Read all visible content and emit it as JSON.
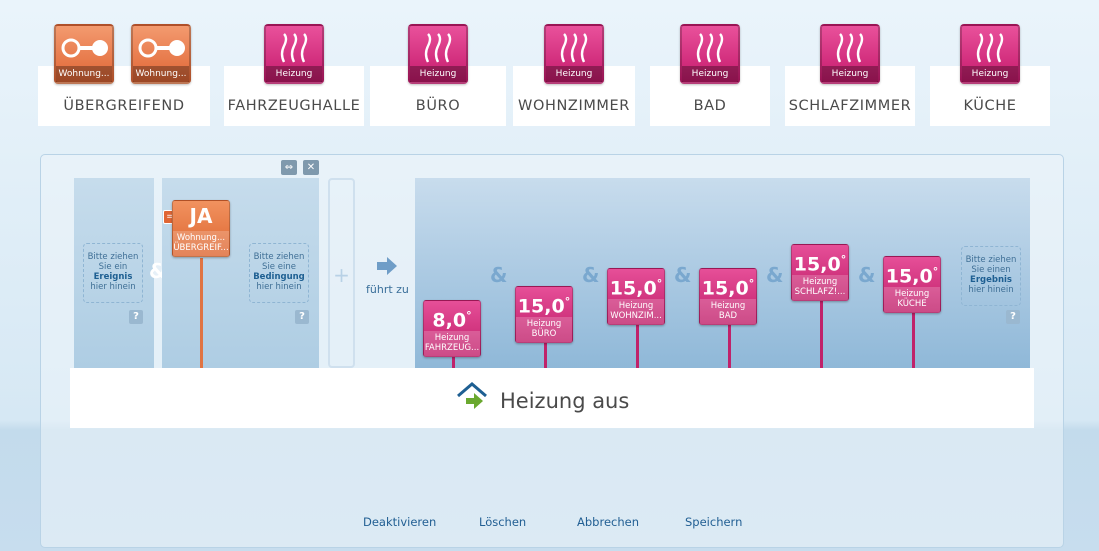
{
  "palette": {
    "rooms": [
      {
        "label": "ÜBERGREIFEND",
        "devices": [
          "Wohnung...",
          "Wohnung..."
        ]
      },
      {
        "label": "FAHRZEUGHALLE",
        "devices": [
          "Heizung"
        ]
      },
      {
        "label": "BÜRO",
        "devices": [
          "Heizung"
        ]
      },
      {
        "label": "WOHNZIMMER",
        "devices": [
          "Heizung"
        ]
      },
      {
        "label": "BAD",
        "devices": [
          "Heizung"
        ]
      },
      {
        "label": "SCHLAFZIMMER",
        "devices": [
          "Heizung"
        ]
      },
      {
        "label": "KÜCHE",
        "devices": [
          "Heizung"
        ]
      }
    ]
  },
  "editor": {
    "event_zone": {
      "line1": "Bitte ziehen",
      "line2": "Sie ein",
      "bold": "Ereignis",
      "line3": "hier hinein"
    },
    "condition_tile": {
      "value": "JA",
      "name": "Wohnung...",
      "room": "ÜBERGREIF..."
    },
    "condition_zone": {
      "line1": "Bitte ziehen",
      "line2": "Sie eine",
      "bold": "Bedingung",
      "line3": "hier hinein"
    },
    "add_symbol": "+",
    "leads_to": "führt zu",
    "amp": "&",
    "help": "?",
    "results": [
      {
        "value": "8,0",
        "unit": "°",
        "name": "Heizung",
        "room": "FAHRZEUG..."
      },
      {
        "value": "15,0",
        "unit": "°",
        "name": "Heizung",
        "room": "BÜRO"
      },
      {
        "value": "15,0",
        "unit": "°",
        "name": "Heizung",
        "room": "WOHNZIM..."
      },
      {
        "value": "15,0",
        "unit": "°",
        "name": "Heizung",
        "room": "BAD"
      },
      {
        "value": "15,0",
        "unit": "°",
        "name": "Heizung",
        "room": "SCHLAFZ!..."
      },
      {
        "value": "15,0",
        "unit": "°",
        "name": "Heizung",
        "room": "KÜCHE"
      }
    ],
    "result_zone": {
      "line1": "Bitte ziehen",
      "line2": "Sie einen",
      "bold": "Ergebnis",
      "line3": "hier hinein"
    },
    "scene_name": "Heizung aus"
  },
  "actions": {
    "deactivate": "Deaktivieren",
    "delete": "Löschen",
    "cancel": "Abbrechen",
    "save": "Speichern"
  },
  "colors": {
    "accent": "#c51a6c",
    "orange": "#e06635",
    "link": "#215f93"
  }
}
